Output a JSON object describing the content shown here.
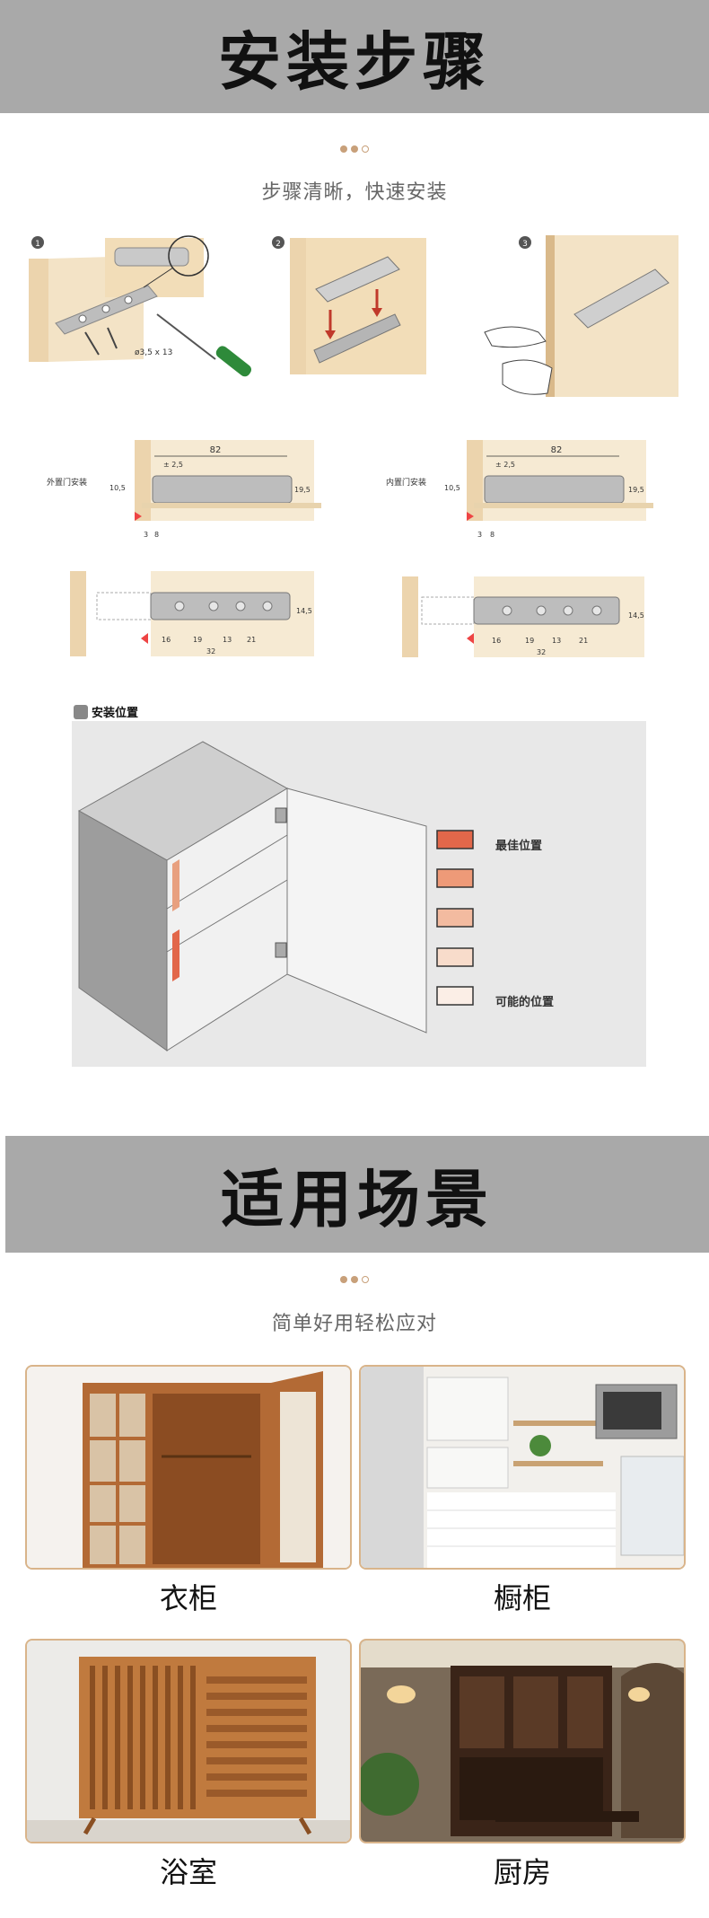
{
  "section1": {
    "title": "安装步骤",
    "subtitle": "步骤清晰，快速安装",
    "steps": [
      "1",
      "2",
      "3"
    ],
    "screw_label": "ø3,5 x 13",
    "mount_outside_label": "外置门安装",
    "mount_inside_label": "内置门安装",
    "dims": {
      "length": "82",
      "tolerance": "± 2,5",
      "height": "19,5",
      "offset": "10,5",
      "gap_a": "3",
      "gap_b": "8",
      "body_h": "14,5",
      "hole_1": "16",
      "hole_2": "19",
      "hole_3": "13",
      "hole_4": "21",
      "hole_span": "32"
    },
    "position_panel": {
      "title": "安装位置",
      "best_label": "最佳位置",
      "possible_label": "可能的位置",
      "colors": [
        "#e2674a",
        "#ee9a78",
        "#f3bba0",
        "#f8dccb",
        "#fbeee6"
      ]
    }
  },
  "section2": {
    "title": "适用场景",
    "subtitle": "简单好用轻松应对",
    "cards": [
      {
        "label": "衣柜",
        "icon": "wardrobe-photo"
      },
      {
        "label": "橱柜",
        "icon": "kitchen-photo"
      },
      {
        "label": "浴室",
        "icon": "sideboard-photo"
      },
      {
        "label": "厨房",
        "icon": "dining-room-photo"
      }
    ]
  }
}
